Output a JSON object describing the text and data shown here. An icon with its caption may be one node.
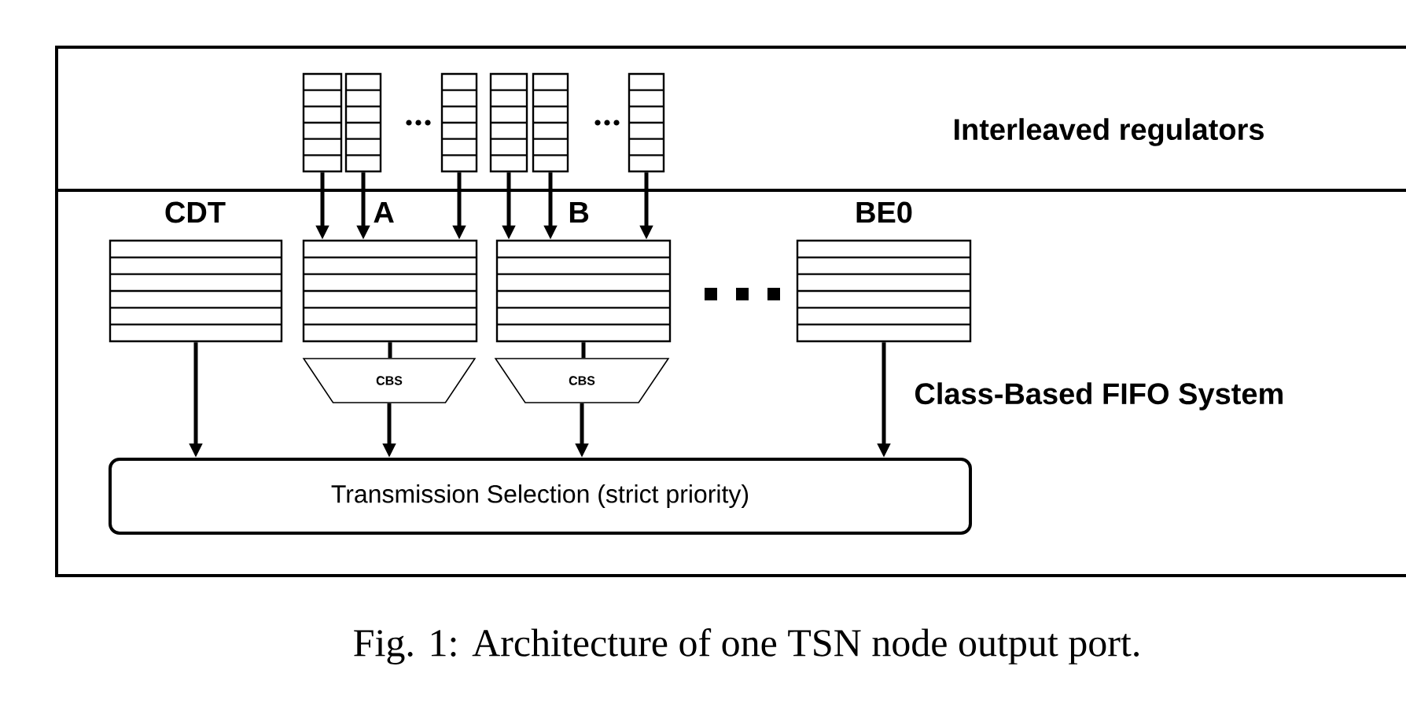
{
  "diagram": {
    "caption": "Fig. 1: Architecture of one TSN node output port.",
    "nodes": [
      {
        "text": [
          "Interleaved regulators"
        ]
      },
      {
        "text": [
          "Class-Based FIFO System"
        ]
      },
      {
        "text": [],
        "shape": "box",
        "in": 0
      },
      {
        "text": [],
        "shape": "box",
        "in": 0
      },
      {
        "text": [],
        "shape": "box",
        "in": 0
      },
      {
        "text": [],
        "shape": "box",
        "in": 0
      },
      {
        "text": [],
        "shape": "box",
        "in": 0
      },
      {
        "text": [],
        "shape": "box",
        "in": 0
      },
      {
        "text": [
          "CDT"
        ],
        "in": 1
      },
      {
        "text": [
          "A"
        ],
        "in": 1
      },
      {
        "text": [
          "B"
        ],
        "in": 1
      },
      {
        "text": [
          "BE0"
        ],
        "in": 1
      },
      {
        "text": [
          "CBS"
        ],
        "in": 1
      },
      {
        "text": [
          "CBS"
        ],
        "in": 1
      },
      {
        "text": [
          "Transmission Selection (strict priority)"
        ],
        "in": 1
      }
    ],
    "edges": [
      {
        "from": 2,
        "to": 9,
        "arrow": "to"
      },
      {
        "from": 3,
        "to": 9,
        "arrow": "to"
      },
      {
        "from": 4,
        "to": 9,
        "arrow": "to"
      },
      {
        "from": 5,
        "to": 10,
        "arrow": "to"
      },
      {
        "from": 6,
        "to": 10,
        "arrow": "to"
      },
      {
        "from": 7,
        "to": 10,
        "arrow": "to"
      },
      {
        "from": 8,
        "to": 14,
        "arrow": "to"
      },
      {
        "from": 9,
        "to": 12,
        "arrow": "none"
      },
      {
        "from": 10,
        "to": 13,
        "arrow": "none"
      },
      {
        "from": 12,
        "to": 14,
        "arrow": "to"
      },
      {
        "from": 13,
        "to": 14,
        "arrow": "to"
      },
      {
        "from": 11,
        "to": 14,
        "arrow": "to"
      }
    ]
  }
}
